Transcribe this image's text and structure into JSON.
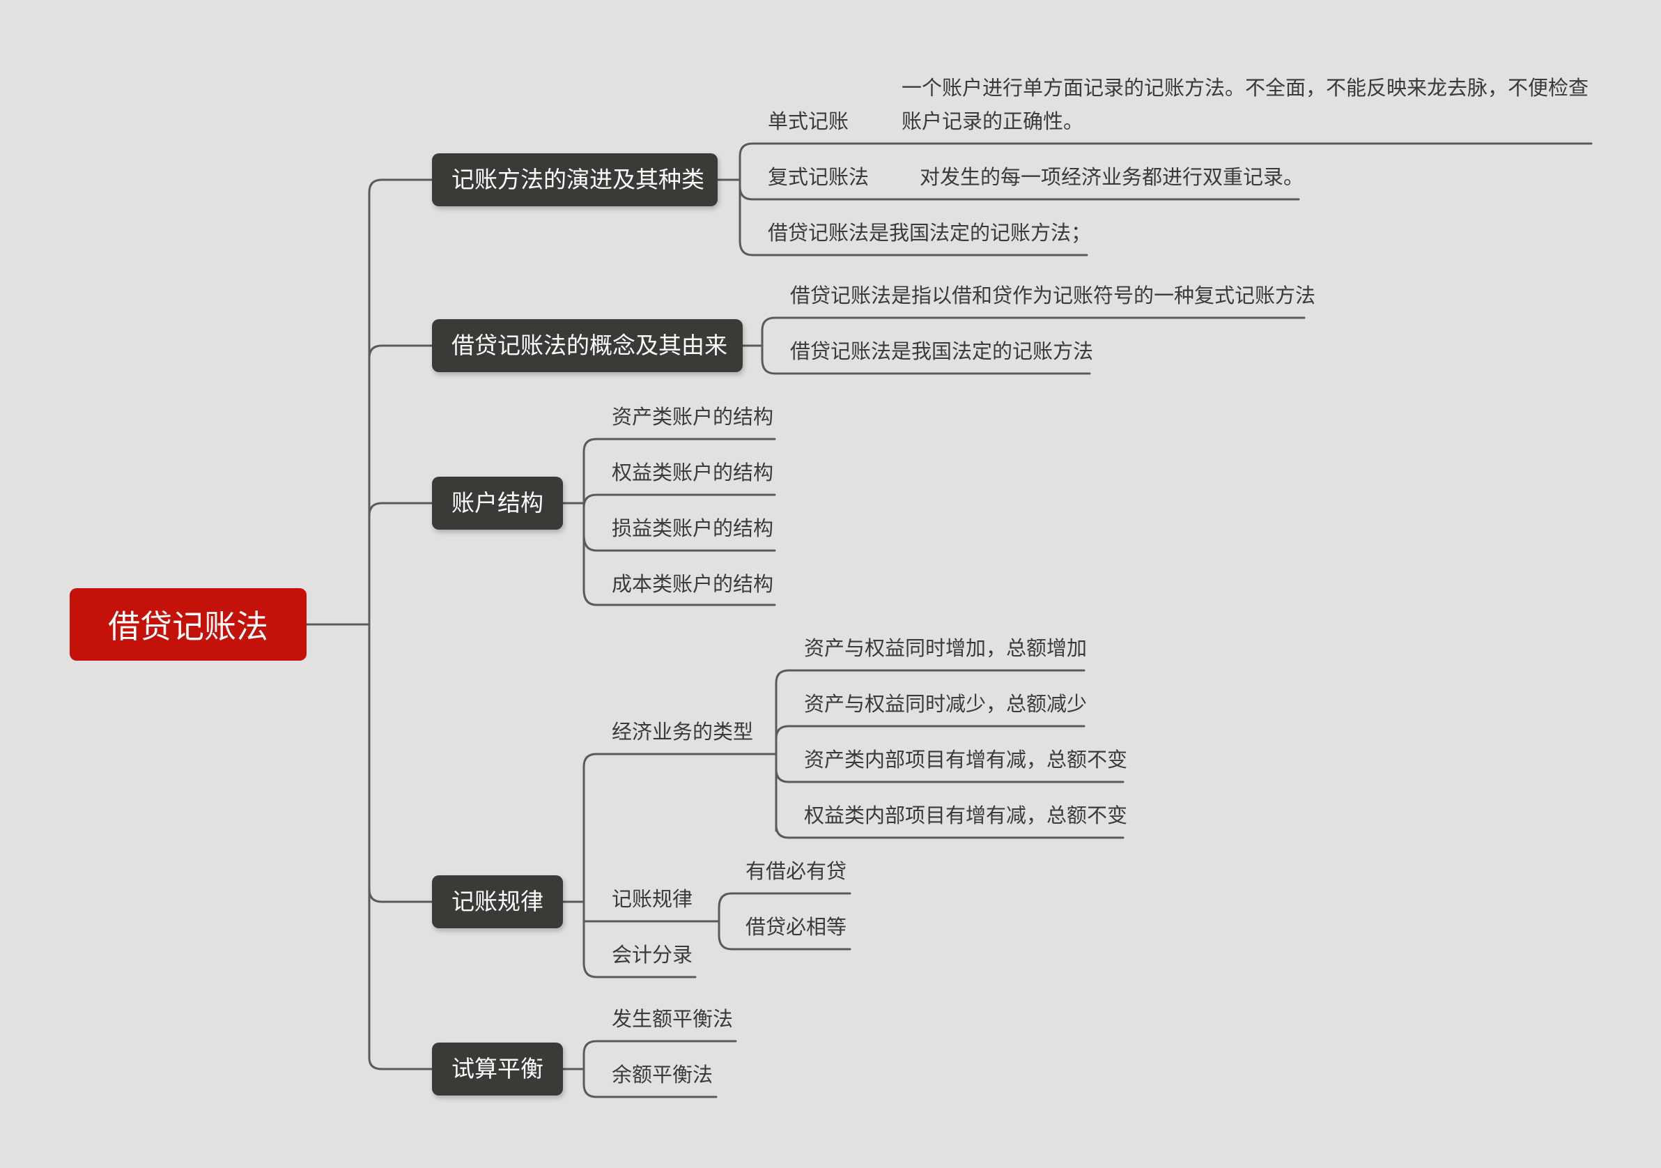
{
  "root": {
    "label": "借贷记账法"
  },
  "branches": [
    {
      "label": "记账方法的演进及其种类",
      "children": [
        {
          "label": "单式记账",
          "note": "一个账户进行单方面记录的记账方法。不全面，不能反映来龙去脉，不便检查账户记录的正确性。"
        },
        {
          "label": "复式记账法",
          "note": "对发生的每一项经济业务都进行双重记录。"
        },
        {
          "label": "借贷记账法是我国法定的记账方法；"
        }
      ]
    },
    {
      "label": "借贷记账法的概念及其由来",
      "children": [
        {
          "label": "借贷记账法是指以借和贷作为记账符号的一种复式记账方法"
        },
        {
          "label": "借贷记账法是我国法定的记账方法"
        }
      ]
    },
    {
      "label": "账户结构",
      "children": [
        {
          "label": "资产类账户的结构"
        },
        {
          "label": "权益类账户的结构"
        },
        {
          "label": "损益类账户的结构"
        },
        {
          "label": "成本类账户的结构"
        }
      ]
    },
    {
      "label": "记账规律",
      "children": [
        {
          "label": "经济业务的类型",
          "children": [
            {
              "label": "资产与权益同时增加，总额增加"
            },
            {
              "label": "资产与权益同时减少，总额减少"
            },
            {
              "label": "资产类内部项目有增有减，总额不变"
            },
            {
              "label": "权益类内部项目有增有减，总额不变"
            }
          ]
        },
        {
          "label": "记账规律",
          "children": [
            {
              "label": "有借必有贷"
            },
            {
              "label": "借贷必相等"
            }
          ]
        },
        {
          "label": "会计分录"
        }
      ]
    },
    {
      "label": "试算平衡",
      "children": [
        {
          "label": "发生额平衡法"
        },
        {
          "label": "余额平衡法"
        }
      ]
    }
  ],
  "colors": {
    "root": "#c4120a",
    "branch": "#3a3b36",
    "line": "#5a5a5a",
    "background": "#e1e1e1"
  }
}
